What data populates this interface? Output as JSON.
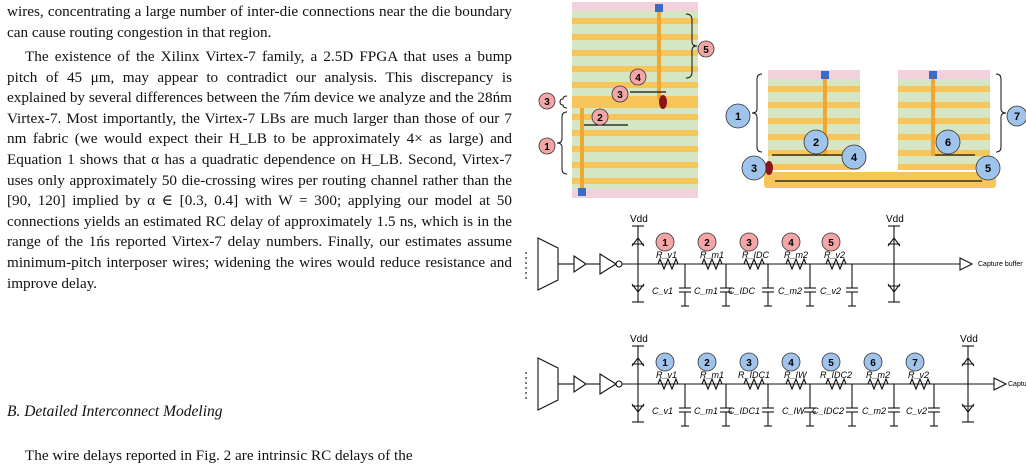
{
  "text": {
    "para1": "wires, concentrating a large number of inter-die connections near the die boundary can cause routing congestion in that region.",
    "para2": "The existence of the Xilinx Virtex-7 family, a 2.5D FPGA that uses a bump pitch of 45 μm, may appear to contradict our analysis. This discrepancy is explained by several differences between the 7ńm device we analyze and the 28ńm Virtex-7. Most importantly, the Virtex-7 LBs are much larger than those of our 7 nm fabric (we would expect their H_LB to be approximately 4× as large) and Equation 1 shows that α has a quadratic dependence on H_LB. Second, Virtex-7 uses only approximately 50 die-crossing wires per routing channel rather than the [90, 120] implied by α ∈ [0.3, 0.4] with W = 300; applying our model at 50 connections yields an estimated RC delay of approximately 1.5 ns, which is in the range of the 1ńs reported Virtex-7 delay numbers. Finally, our estimates assume minimum-pitch interposer wires; widening the wires would reduce resistance and improve delay.",
    "heading": "B.  Detailed Interconnect Modeling",
    "para3": "The wire delays reported in Fig. 2 are intrinsic RC delays of the"
  },
  "figure": {
    "vdd_label": "Vdd",
    "capture_label": "Capture buffer",
    "top_left_badges": [
      "5",
      "4",
      "3",
      "3",
      "2",
      "1"
    ],
    "top_right_badges": [
      "1",
      "2",
      "3",
      "4",
      "5",
      "6",
      "7"
    ],
    "circuit1": {
      "badges": [
        "1",
        "2",
        "3",
        "4",
        "5"
      ],
      "resistors": [
        "R_v1",
        "R_m1",
        "R_IDC",
        "R_m2",
        "R_v2"
      ],
      "capacitors": [
        "C_v1",
        "C_m1",
        "C_IDC",
        "C_m2",
        "C_v2"
      ]
    },
    "circuit2": {
      "badges": [
        "1",
        "2",
        "3",
        "4",
        "5",
        "6",
        "7"
      ],
      "resistors": [
        "R_v1",
        "R_m1",
        "R_IDC1",
        "R_IW",
        "R_IDC2",
        "R_m2",
        "R_v2"
      ],
      "capacitors": [
        "C_v1",
        "C_m1",
        "C_IDC1",
        "C_IW",
        "C_IDC2",
        "C_m2",
        "C_v2"
      ]
    },
    "colors": {
      "red_badge": "#f4a6a6",
      "blue_badge": "#9fc3ea",
      "metal": "#f7c55a",
      "dielectric": "#d6e6c3",
      "top_layer": "#f1d1dd",
      "via": "#f0a830",
      "bump": "#3a6cc4",
      "contact": "#8b1414"
    }
  }
}
